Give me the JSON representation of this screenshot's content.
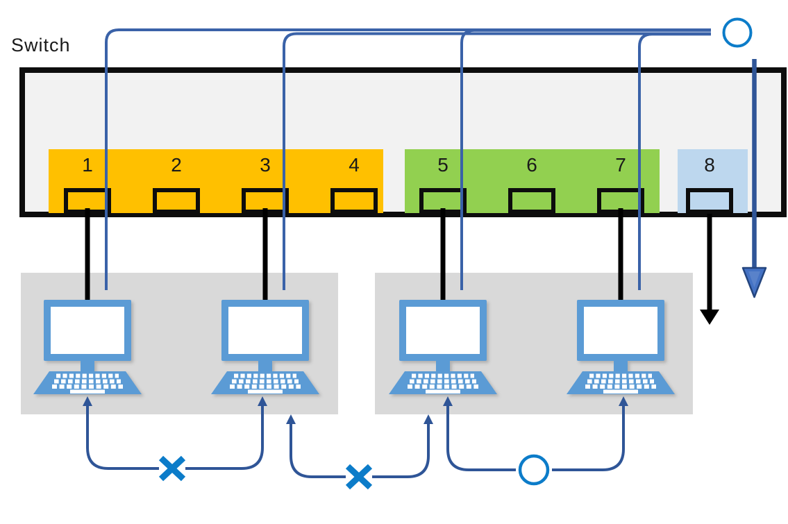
{
  "title": "Switch",
  "colors": {
    "vlan_orange": "#FFC000",
    "vlan_green": "#92D050",
    "uplink_blue": "#BDD7EE",
    "switch_fill": "#F2F2F2",
    "switch_border": "#0D0D0D",
    "pc_area_fill": "#D9D9D9",
    "pc_icon_blue": "#5B9BD5",
    "path_line_blue": "#3A62A8",
    "connector_line_blue": "#2F5597",
    "mark_blue": "#0C7CC9",
    "cable_black": "#000000"
  },
  "switch": {
    "label": "Switch",
    "ports": [
      {
        "number": "1"
      },
      {
        "number": "2"
      },
      {
        "number": "3"
      },
      {
        "number": "4"
      },
      {
        "number": "5"
      },
      {
        "number": "6"
      },
      {
        "number": "7"
      },
      {
        "number": "8"
      }
    ],
    "port_groups": [
      {
        "name": "orange-group",
        "color": "#FFC000",
        "ports": [
          "1",
          "2",
          "3",
          "4"
        ]
      },
      {
        "name": "green-group",
        "color": "#92D050",
        "ports": [
          "5",
          "6",
          "7"
        ]
      },
      {
        "name": "blue-group",
        "color": "#BDD7EE",
        "ports": [
          "8"
        ]
      }
    ]
  },
  "pcs": [
    {
      "id": "pc-1",
      "connected_port": "1"
    },
    {
      "id": "pc-2",
      "connected_port": "3"
    },
    {
      "id": "pc-3",
      "connected_port": "5"
    },
    {
      "id": "pc-4",
      "connected_port": "7"
    }
  ],
  "uplink_paths": {
    "from_ports": [
      "1",
      "3",
      "5",
      "7"
    ],
    "to_port": "8",
    "result_symbol": "○"
  },
  "pc_communication": [
    {
      "from": "pc-1",
      "to": "pc-2",
      "symbol": "×"
    },
    {
      "from": "pc-2",
      "to": "pc-3",
      "symbol": "×"
    },
    {
      "from": "pc-3",
      "to": "pc-4",
      "symbol": "○"
    }
  ]
}
